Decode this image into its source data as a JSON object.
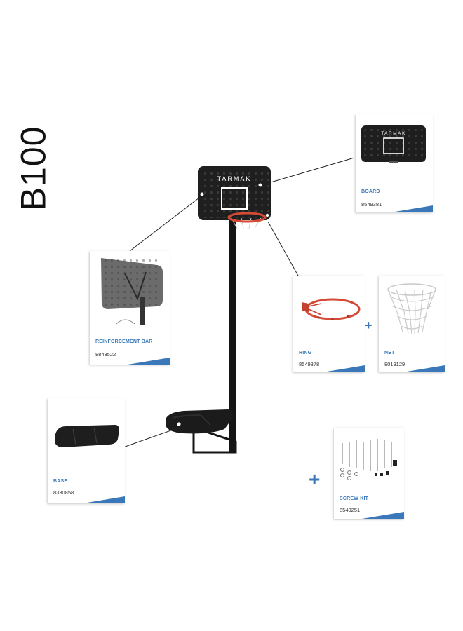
{
  "model_name": "B100",
  "brand": "TARMAK",
  "parts": [
    {
      "label": "BOARD",
      "code": "8549381"
    },
    {
      "label": "REINFORCEMENT BAR",
      "code": "8843522"
    },
    {
      "label": "RING",
      "code": "8549378"
    },
    {
      "label": "NET",
      "code": "8019129"
    },
    {
      "label": "BASE",
      "code": "8330858"
    },
    {
      "label": "SCREW KIT",
      "code": "8549251"
    }
  ],
  "plus_sign": "+",
  "colors": {
    "accent": "#3a78b9",
    "rim": "#d44a35",
    "board": "#222222"
  }
}
